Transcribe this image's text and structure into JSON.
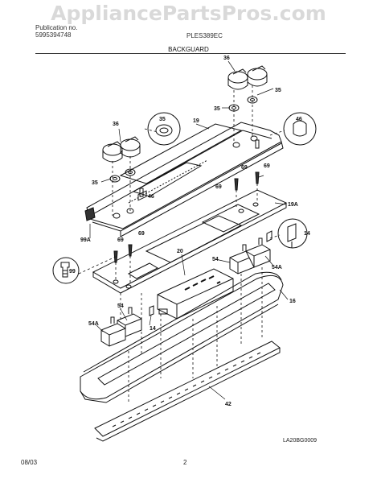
{
  "watermark": "AppliancePartsPros.com",
  "header": {
    "left_line1": "Publication no.",
    "left_line2": "5995394748",
    "right": "PLES389EC"
  },
  "title": "BACKGUARD",
  "footer": {
    "date": "08/03",
    "page": "2",
    "code": "LA20BG0009"
  },
  "callouts": {
    "c36a": "36",
    "c35a": "35",
    "c35b": "35",
    "c46a": "46",
    "c19": "19",
    "c36b": "36",
    "c35c": "35",
    "c35d": "35",
    "c46b": "46",
    "c69a": "69",
    "c69b": "69",
    "c69c": "69",
    "c19a": "19A",
    "c99a": "99A",
    "c69d": "69",
    "c69e": "69",
    "c99": "99",
    "c20": "20",
    "c54a": "54",
    "c54b": "54A",
    "c14a": "14",
    "c16": "16",
    "c54c": "54",
    "c54d": "54A",
    "c14b": "14",
    "c42": "42"
  }
}
